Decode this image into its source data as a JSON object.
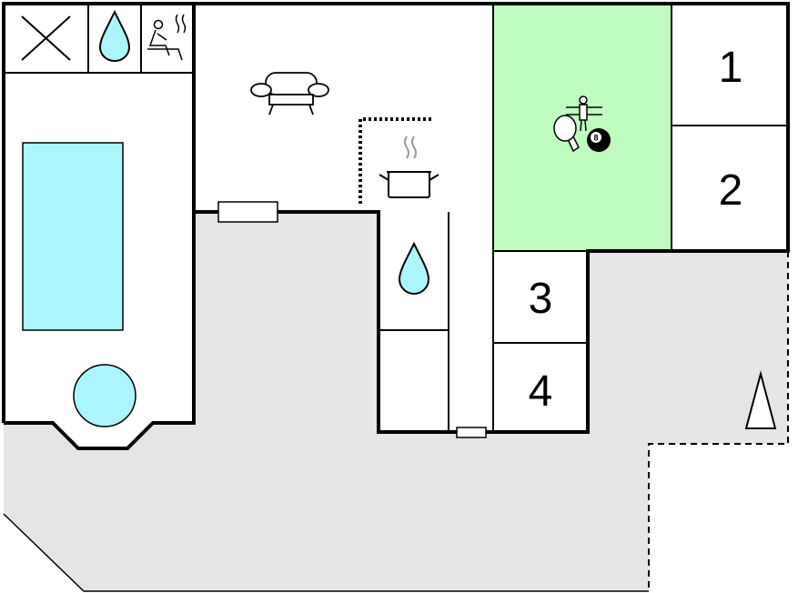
{
  "floorplan": {
    "colors": {
      "terrace": "#e5e5e5",
      "pool": "#aaf6fc",
      "games_room": "#bffdbf",
      "wall": "#000000",
      "background": "#ffffff"
    },
    "rooms": [
      {
        "key": "bedroom-1",
        "label": "1"
      },
      {
        "key": "bedroom-2",
        "label": "2"
      },
      {
        "key": "bedroom-3",
        "label": "3"
      },
      {
        "key": "bedroom-4",
        "label": "4"
      }
    ],
    "icons": [
      "no-entry-cross-icon",
      "water-drop-icon",
      "sauna-icon",
      "sofa-icon",
      "cooking-pot-icon",
      "table-tennis-icon",
      "table-football-icon",
      "billiard-ball-icon",
      "north-arrow-icon"
    ],
    "billiard_ball_label": "8"
  }
}
